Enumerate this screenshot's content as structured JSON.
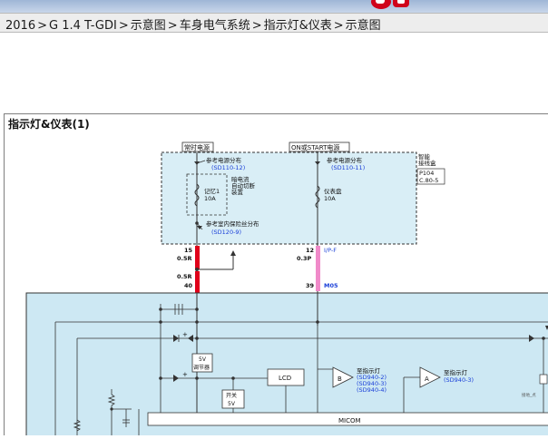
{
  "header": {
    "accent_color": "#9fb6d6",
    "logo_color": "#d0021b"
  },
  "breadcrumb": {
    "items": [
      "2016",
      "G 1.4 T-GDI",
      "示意图",
      "车身电气系统",
      "指示灯&仪表",
      "示意图"
    ],
    "separator": ">"
  },
  "panel": {
    "title": "指示灯&仪表(1)"
  },
  "diagram": {
    "fuse_box_fill": "#d9eef6",
    "cluster_fill": "#cde8f3",
    "wire_color": "#333333",
    "red_wire": "#e0001a",
    "pink_wire": "#f08ac9",
    "link_color": "#1a3fd8",
    "labels": {
      "always_power": "常时电源",
      "on_start_power": "ON或START电源",
      "smart_box": [
        "智能",
        "接线盒"
      ],
      "smart_box_codes": [
        "P104",
        "C.80-5"
      ],
      "ref_power_left": "参考电源分布",
      "ref_power_left_code": "(SD110-12)",
      "ref_power_right": "参考电源分布",
      "ref_power_right_code": "(SD110-11)",
      "dark_current": [
        "暗电流",
        "自动切断",
        "装置"
      ],
      "memory_fuse": [
        "记忆1",
        "10A"
      ],
      "cluster_fuse": [
        "仪表盘",
        "10A"
      ],
      "ref_fuse": "参考室内保险丝分布",
      "ref_fuse_code": "(SD120-9)",
      "pin_left_top": "15",
      "wire_left_top": "0.5R",
      "wire_left_bottom": "0.5R",
      "pin_left_bottom": "40",
      "pin_right_top": "12",
      "wire_right_top": "0.3P",
      "connector_top": "I/P-F",
      "pin_right_bottom": "39",
      "connector_bottom": "M05",
      "regulator": [
        "5V",
        "调节器"
      ],
      "lcd": "LCD",
      "switch": [
        "开关",
        "5V"
      ],
      "micom": "MICOM",
      "amp_b": "B",
      "amp_a": "A",
      "to_indicator_b": "至指示灯",
      "to_indicator_b_codes": [
        "(SD940-2)",
        "(SD940-3)",
        "(SD940-4)"
      ],
      "to_indicator_a": "至指示灯",
      "to_indicator_a_codes": [
        "(SD940-3)"
      ],
      "plus": "+",
      "small_right": "接地_点"
    }
  }
}
